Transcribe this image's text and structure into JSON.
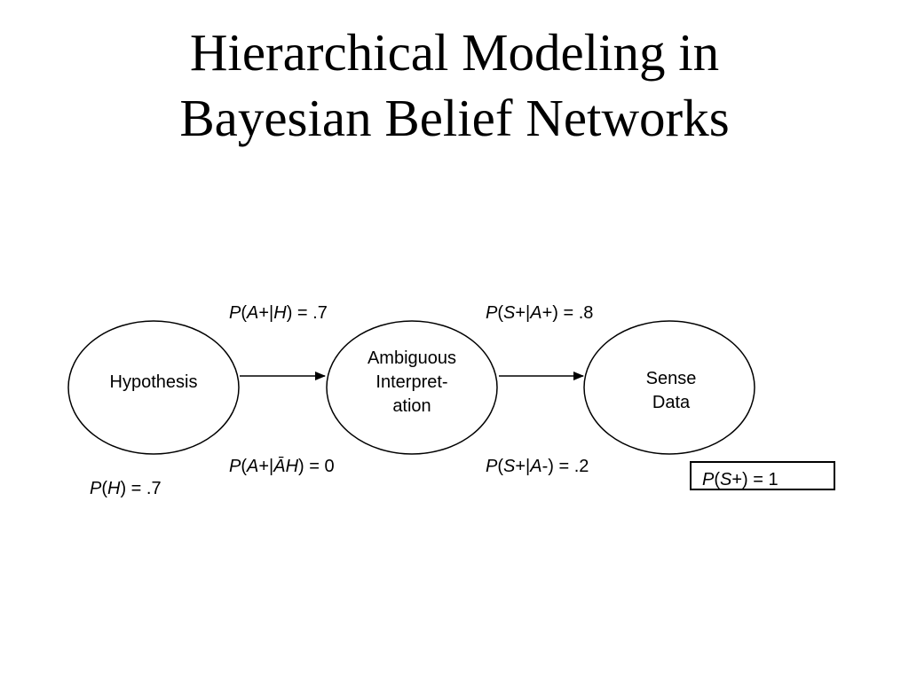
{
  "title": {
    "line1": "Hierarchical Modeling in",
    "line2": "Bayesian Belief Networks"
  },
  "nodes": {
    "hypothesis": {
      "label": "Hypothesis"
    },
    "ambiguous": {
      "line1": "Ambiguous",
      "line2": "Interpret-",
      "line3": "ation"
    },
    "sense": {
      "line1": "Sense",
      "line2": "Data"
    }
  },
  "probabilities": {
    "p_h": {
      "p": "P",
      "open": "(",
      "var": "H",
      "rest": ") = .7"
    },
    "p_a_given_h": {
      "p": "P",
      "open": "(",
      "a": "A",
      "mid": "+|",
      "h": "H",
      "rest": ") = .7"
    },
    "p_a_given_not_h": {
      "p": "P",
      "open": "(",
      "a": "A",
      "mid": "+|",
      "h": "ĀH",
      "rest": ") = 0"
    },
    "p_s_given_a": {
      "p": "P",
      "open": "(",
      "s": "S",
      "mid": "+|",
      "a": "A",
      "rest": "+) = .8"
    },
    "p_s_given_not_a": {
      "p": "P",
      "open": "(",
      "s": "S",
      "mid": "+|",
      "a": "A",
      "rest": "-) = .2"
    },
    "p_s_evidence": {
      "p": "P",
      "open": "(",
      "s": "S",
      "rest": "+) = 1"
    }
  },
  "colors": {
    "stroke": "#000000",
    "background": "#ffffff"
  }
}
